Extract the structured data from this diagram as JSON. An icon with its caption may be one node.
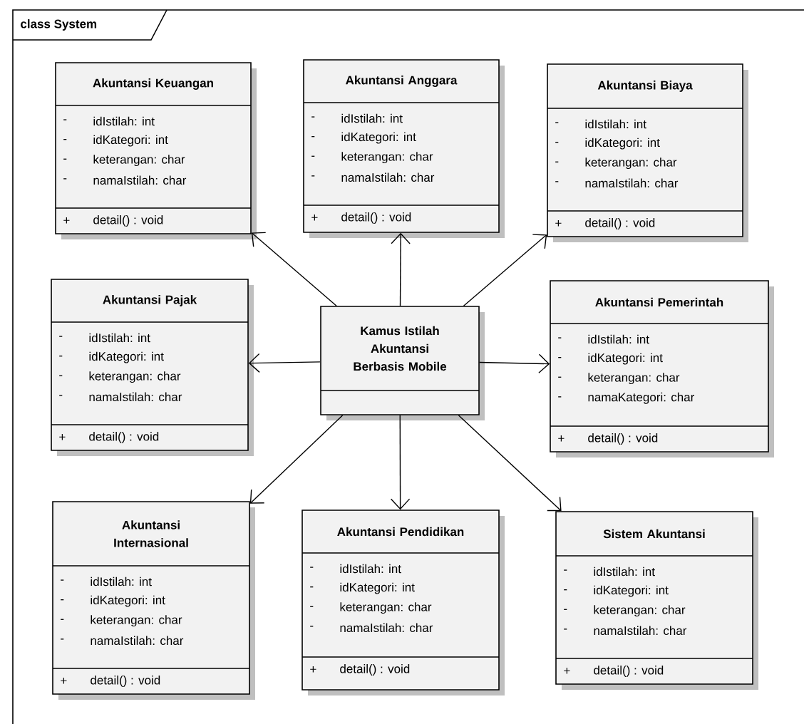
{
  "diagram": {
    "nodes": [
      {
        "text": [
          "class System"
        ]
      },
      {
        "text": [
          "Akuntansi Keuangan",
          "-",
          "idIstilah: int",
          "-",
          "idKategori: int",
          "-",
          "keterangan: char",
          "-",
          "namaIstilah: char",
          "+",
          "detail() : void"
        ],
        "in": 0
      },
      {
        "text": [
          "Akuntansi Anggara",
          "-",
          "idIstilah: int",
          "-",
          "idKategori: int",
          "-",
          "keterangan: char",
          "-",
          "namaIstilah: char",
          "+",
          "detail() : void"
        ],
        "in": 0
      },
      {
        "text": [
          "Akuntansi Biaya",
          "-",
          "idIstilah: int",
          "-",
          "idKategori: int",
          "-",
          "keterangan: char",
          "-",
          "namaIstilah: char",
          "+",
          "detail() : void"
        ],
        "in": 0
      },
      {
        "text": [
          "Akuntansi Pajak",
          "-",
          "idIstilah: int",
          "-",
          "idKategori: int",
          "-",
          "keterangan: char",
          "-",
          "namaIstilah: char",
          "+",
          "detail() : void"
        ],
        "in": 0
      },
      {
        "text": [
          "Kamus Istilah Akuntansi Berbasis Mobile"
        ],
        "in": 0
      },
      {
        "text": [
          "Akuntansi Pemerintah",
          "-",
          "idIstilah: int",
          "-",
          "idKategori: int",
          "-",
          "keterangan: char",
          "-",
          "namaKategori: char",
          "+",
          "detail() : void"
        ],
        "in": 0
      },
      {
        "text": [
          "Akuntansi Internasional",
          "-",
          "idIstilah: int",
          "-",
          "idKategori: int",
          "-",
          "keterangan: char",
          "-",
          "namaIstilah: char",
          "+",
          "detail() : void"
        ],
        "in": 0
      },
      {
        "text": [
          "Akuntansi Pendidikan",
          "-",
          "idIstilah: int",
          "-",
          "idKategori: int",
          "-",
          "keterangan: char",
          "-",
          "namaIstilah: char",
          "+",
          "detail() : void"
        ],
        "in": 0
      },
      {
        "text": [
          "Sistem Akuntansi",
          "-",
          "idIstilah: int",
          "-",
          "idKategori: int",
          "-",
          "keterangan: char",
          "-",
          "namaIstilah: char",
          "+",
          "detail() : void"
        ],
        "in": 0
      }
    ],
    "edges": [
      {
        "from": 5,
        "to": 1,
        "arrow": "to"
      },
      {
        "from": 5,
        "to": 2,
        "arrow": "to"
      },
      {
        "from": 5,
        "to": 3,
        "arrow": "to"
      },
      {
        "from": 5,
        "to": 4,
        "arrow": "to"
      },
      {
        "from": 5,
        "to": 6,
        "arrow": "to"
      },
      {
        "from": 5,
        "to": 7,
        "arrow": "to"
      },
      {
        "from": 5,
        "to": 8,
        "arrow": "to"
      },
      {
        "from": 5,
        "to": 9,
        "arrow": "to"
      }
    ]
  }
}
